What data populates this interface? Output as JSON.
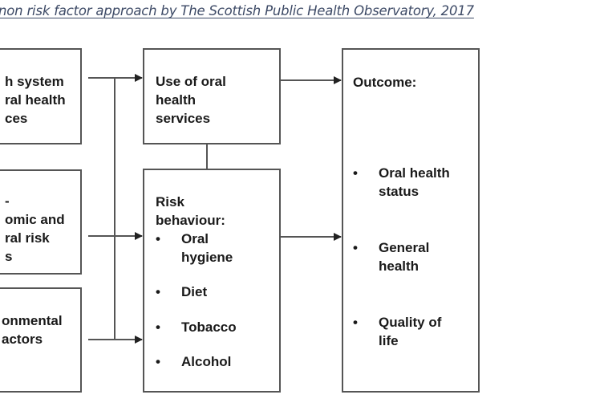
{
  "caption": "non risk factor approach by The Scottish Public Health Observatory, 2017",
  "left_boxes": [
    {
      "lines": [
        "h  system",
        "ral health",
        "ces"
      ]
    },
    {
      "lines": [
        "-",
        "omic and",
        "ral risk",
        "s"
      ]
    },
    {
      "lines": [
        "onmental",
        "actors"
      ]
    }
  ],
  "middle_top": {
    "lines": [
      "Use of oral",
      "health",
      "services"
    ]
  },
  "middle_bottom": {
    "title_lines": [
      "Risk",
      "behaviour:"
    ],
    "items": [
      {
        "lines": [
          "Oral",
          "hygiene"
        ]
      },
      {
        "lines": [
          "Diet"
        ]
      },
      {
        "lines": [
          "Tobacco"
        ]
      },
      {
        "lines": [
          "Alcohol"
        ]
      }
    ]
  },
  "outcome": {
    "title": "Outcome:",
    "items": [
      {
        "lines": [
          "Oral health",
          "status"
        ]
      },
      {
        "lines": [
          "General",
          "health"
        ]
      },
      {
        "lines": [
          "Quality of",
          "life"
        ]
      }
    ]
  },
  "bullet_glyph": "•",
  "colors": {
    "line": "#555555",
    "text": "#1a1a1a",
    "caption": "#3d4a66"
  }
}
